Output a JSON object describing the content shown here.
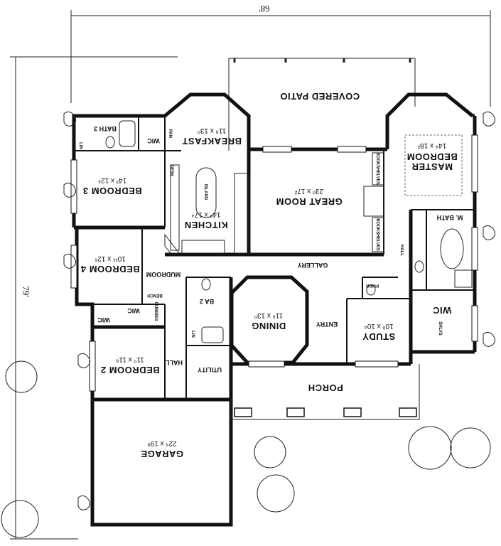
{
  "dimensions": {
    "width": "68'",
    "depth": "79'"
  },
  "rooms": [
    {
      "name": "COVERED PATIO",
      "size": ""
    },
    {
      "name": "BREAKFAST",
      "size": "11⁸ x 13⁰"
    },
    {
      "name": "MASTER BEDROOM",
      "size": "14⁴ x 18²"
    },
    {
      "name": "GREAT ROOM",
      "size": "23⁰ x 17²"
    },
    {
      "name": "KITCHEN",
      "size": "14⁰ x 17⁴"
    },
    {
      "name": "BEDROOM 3",
      "size": "14³ x 12⁴"
    },
    {
      "name": "BEDROOM 4",
      "size": "10¹¹ x 12⁶"
    },
    {
      "name": "DINING",
      "size": "11⁶ x 13⁰"
    },
    {
      "name": "STUDY",
      "size": "10⁰ x 10⁴"
    },
    {
      "name": "BEDROOM 2",
      "size": "11⁰ x 11⁸"
    },
    {
      "name": "GARAGE",
      "size": "22⁴ x 19⁸"
    }
  ],
  "labels": {
    "bath3": "BATH 3",
    "lin": "LIN",
    "wic": "WIC",
    "pan": "PAN",
    "desk": "DESK",
    "island": "ISLAND",
    "bookshelves": "BOOKSHELVES",
    "m_bath": "M. BATH",
    "hall": "HALL",
    "gallery": "GALLERY",
    "mudroom": "MUDROOM",
    "bench": "BENCH",
    "cubbies": "CUBBIES",
    "ba2": "BA 2",
    "lin2": "LIN",
    "pwdr": "PWDR",
    "entry": "ENTRY",
    "shelves": "SHLVS",
    "utility": "UTILITY",
    "porch": "PORCH",
    "wic_master": "WIC"
  }
}
